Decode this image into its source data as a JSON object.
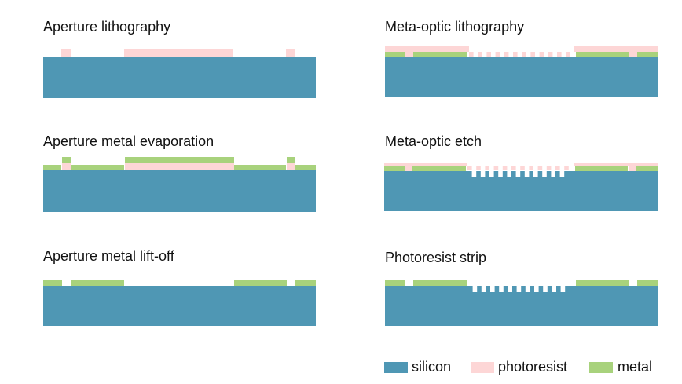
{
  "colors": {
    "silicon": "#4f97b4",
    "photoresist": "#fdd6d6",
    "metal": "#a8d27c",
    "background": "#ffffff"
  },
  "panels": [
    {
      "id": "p1",
      "title": "Aperture lithography"
    },
    {
      "id": "p2",
      "title": "Aperture metal evaporation"
    },
    {
      "id": "p3",
      "title": "Aperture metal lift-off"
    },
    {
      "id": "p4",
      "title": "Meta-optic lithography"
    },
    {
      "id": "p5",
      "title": "Meta-optic etch"
    },
    {
      "id": "p6",
      "title": "Photoresist strip"
    }
  ],
  "legend": {
    "silicon": "silicon",
    "photoresist": "photoresist",
    "metal": "metal"
  }
}
